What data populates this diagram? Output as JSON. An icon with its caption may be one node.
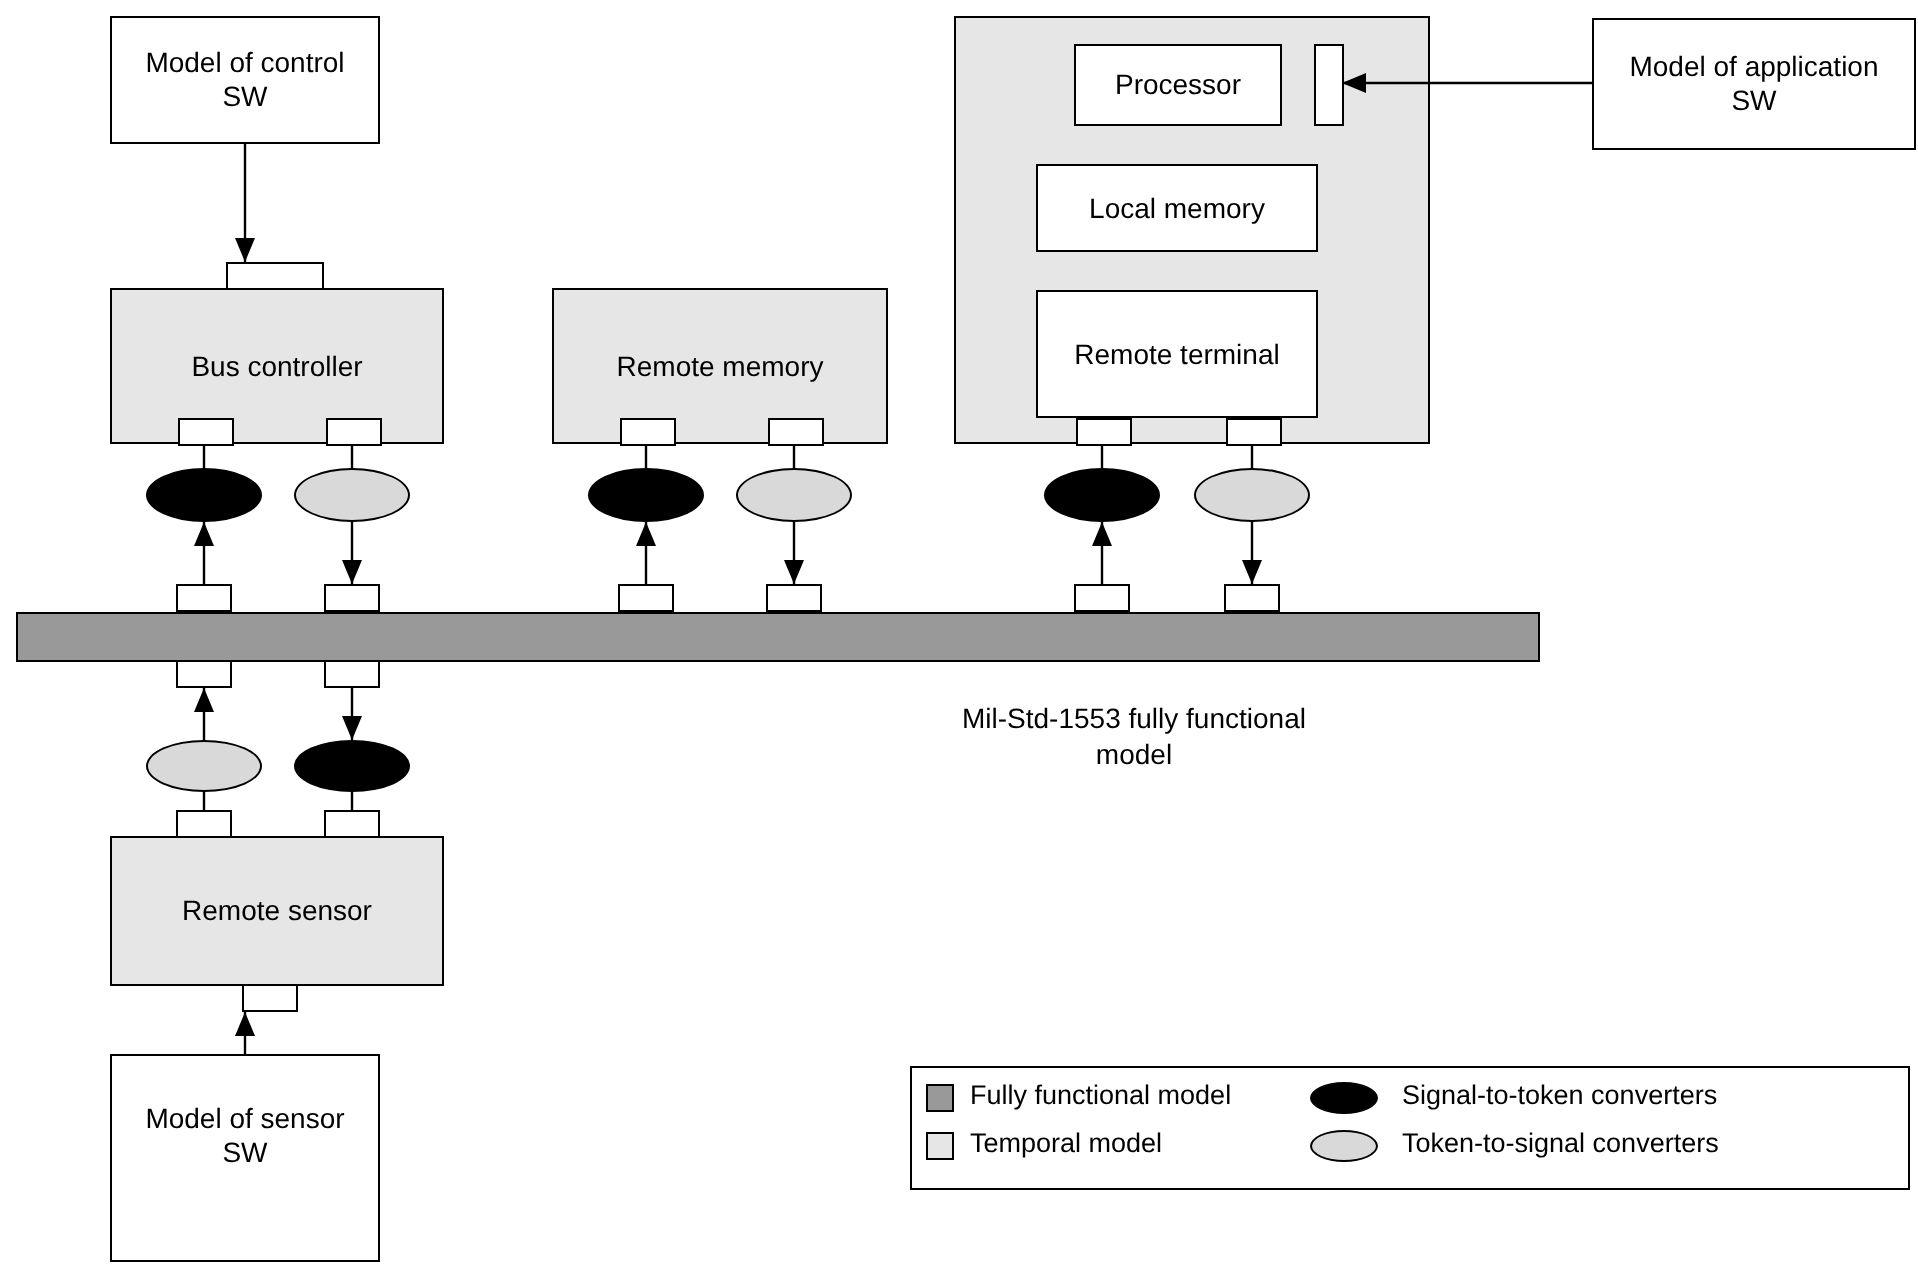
{
  "diagram": {
    "nodes": [
      {
        "text": [
          "Model of control SW"
        ]
      },
      {
        "text": [],
        "shape": "box"
      },
      {
        "text": [
          "Bus controller"
        ]
      },
      {
        "text": [],
        "shape": "box",
        "in": 2
      },
      {
        "text": [],
        "shape": "box",
        "in": 2
      },
      {
        "text": [
          "Remote memory"
        ]
      },
      {
        "text": [],
        "shape": "box",
        "in": 5
      },
      {
        "text": [],
        "shape": "box",
        "in": 5
      },
      {
        "text": [],
        "shape": "box"
      },
      {
        "text": [
          "Processor"
        ],
        "in": 8
      },
      {
        "text": [],
        "shape": "box",
        "in": 8
      },
      {
        "text": [
          "Model of application SW"
        ]
      },
      {
        "text": [
          "Local memory"
        ],
        "in": 8
      },
      {
        "text": [
          "Remote terminal"
        ],
        "in": 8
      },
      {
        "text": [],
        "shape": "box",
        "in": 8
      },
      {
        "text": [],
        "shape": "box",
        "in": 8
      },
      {
        "text": [],
        "shape": "ellipse"
      },
      {
        "text": [],
        "shape": "ellipse"
      },
      {
        "text": [],
        "shape": "ellipse"
      },
      {
        "text": [],
        "shape": "ellipse"
      },
      {
        "text": [],
        "shape": "ellipse"
      },
      {
        "text": [],
        "shape": "ellipse"
      },
      {
        "text": [],
        "shape": "box"
      },
      {
        "text": [],
        "shape": "box"
      },
      {
        "text": [],
        "shape": "box"
      },
      {
        "text": [],
        "shape": "box"
      },
      {
        "text": [],
        "shape": "box"
      },
      {
        "text": [],
        "shape": "box"
      },
      {
        "text": [],
        "shape": "bar",
        "beside": [
          "Mil-Std-1553 fully functional model"
        ]
      },
      {
        "text": [],
        "shape": "box"
      },
      {
        "text": [],
        "shape": "box"
      },
      {
        "text": [],
        "shape": "ellipse"
      },
      {
        "text": [],
        "shape": "ellipse"
      },
      {
        "text": [],
        "shape": "box"
      },
      {
        "text": [],
        "shape": "box"
      },
      {
        "text": [
          "Remote sensor"
        ]
      },
      {
        "text": [],
        "shape": "box"
      },
      {
        "text": [
          "Model of sensor SW"
        ]
      }
    ],
    "edges": [
      {
        "from": 0,
        "to": 1,
        "arrow": "to"
      },
      {
        "from": 11,
        "to": 10,
        "arrow": "to"
      },
      {
        "from": 3,
        "to": 16,
        "arrow": "none"
      },
      {
        "from": 22,
        "to": 16,
        "arrow": "to"
      },
      {
        "from": 4,
        "to": 17,
        "arrow": "none"
      },
      {
        "from": 17,
        "to": 23,
        "arrow": "to"
      },
      {
        "from": 6,
        "to": 18,
        "arrow": "none"
      },
      {
        "from": 24,
        "to": 18,
        "arrow": "to"
      },
      {
        "from": 7,
        "to": 19,
        "arrow": "none"
      },
      {
        "from": 19,
        "to": 25,
        "arrow": "to"
      },
      {
        "from": 14,
        "to": 20,
        "arrow": "none"
      },
      {
        "from": 26,
        "to": 20,
        "arrow": "to"
      },
      {
        "from": 15,
        "to": 21,
        "arrow": "none"
      },
      {
        "from": 21,
        "to": 27,
        "arrow": "to"
      },
      {
        "from": 31,
        "to": 29,
        "arrow": "to"
      },
      {
        "from": 31,
        "to": 33,
        "arrow": "none"
      },
      {
        "from": 30,
        "to": 32,
        "arrow": "to"
      },
      {
        "from": 32,
        "to": 34,
        "arrow": "none"
      },
      {
        "from": 37,
        "to": 36,
        "arrow": "to"
      }
    ],
    "legend": [
      {
        "text": "Fully functional model",
        "color": "#999999"
      },
      {
        "text": "Temporal model",
        "color": "#e6e6e6"
      },
      {
        "text": "Signal-to-token converters",
        "color": "#000000"
      },
      {
        "text": "Token-to-signal converters",
        "color": "#d9d9d9"
      }
    ]
  }
}
